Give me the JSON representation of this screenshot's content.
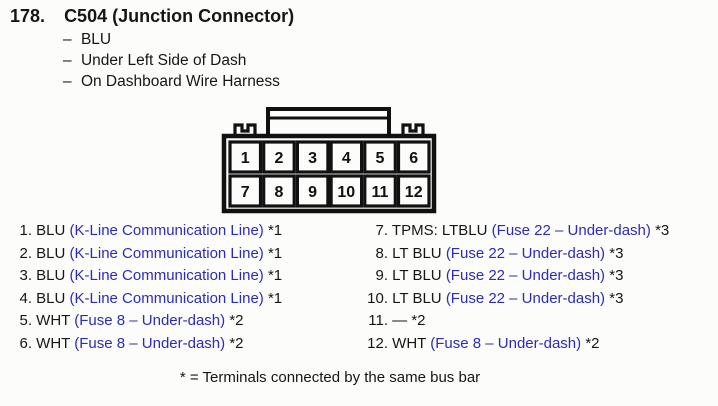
{
  "page": {
    "background_color": "#fcfcfa",
    "text_color": "#161616",
    "accent_blue": "#2c2cb8",
    "diagram_line_color": "#111111"
  },
  "header": {
    "index": "178.",
    "title": "C504 (Junction Connector)",
    "dash": "–",
    "details": [
      "BLU",
      "Under Left Side of Dash",
      "On Dashboard Wire Harness"
    ]
  },
  "connector": {
    "pins": [
      "1",
      "2",
      "3",
      "4",
      "5",
      "6",
      "7",
      "8",
      "9",
      "10",
      "11",
      "12"
    ]
  },
  "pins_left": [
    {
      "num": "1.",
      "wire": "BLU",
      "circuit": "(K-Line Communication Line)",
      "note": "*1"
    },
    {
      "num": "2.",
      "wire": "BLU",
      "circuit": "(K-Line Communication Line)",
      "note": "*1"
    },
    {
      "num": "3.",
      "wire": "BLU",
      "circuit": "(K-Line Communication Line)",
      "note": "*1"
    },
    {
      "num": "4.",
      "wire": "BLU",
      "circuit": "(K-Line Communication Line)",
      "note": "*1"
    },
    {
      "num": "5.",
      "wire": "WHT",
      "circuit": "(Fuse 8 – Under-dash)",
      "note": "*2"
    },
    {
      "num": "6.",
      "wire": "WHT",
      "circuit": "(Fuse 8 – Under-dash)",
      "note": "*2"
    }
  ],
  "pins_right": [
    {
      "num": "7.",
      "wire": "TPMS: LTBLU",
      "circuit": "(Fuse 22 – Under-dash)",
      "note": "*3"
    },
    {
      "num": "8.",
      "wire": "LT BLU",
      "circuit": "(Fuse 22 – Under-dash)",
      "note": "*3"
    },
    {
      "num": "9.",
      "wire": "LT BLU",
      "circuit": "(Fuse 22 – Under-dash)",
      "note": "*3"
    },
    {
      "num": "10.",
      "wire": "LT BLU",
      "circuit": "(Fuse 22 – Under-dash)",
      "note": "*3"
    },
    {
      "num": "11.",
      "wire": "—",
      "circuit": "",
      "note": "*2"
    },
    {
      "num": "12.",
      "wire": "WHT",
      "circuit": "(Fuse 8 – Under-dash)",
      "note": "*2"
    }
  ],
  "footnote": "* = Terminals connected by the same bus bar"
}
